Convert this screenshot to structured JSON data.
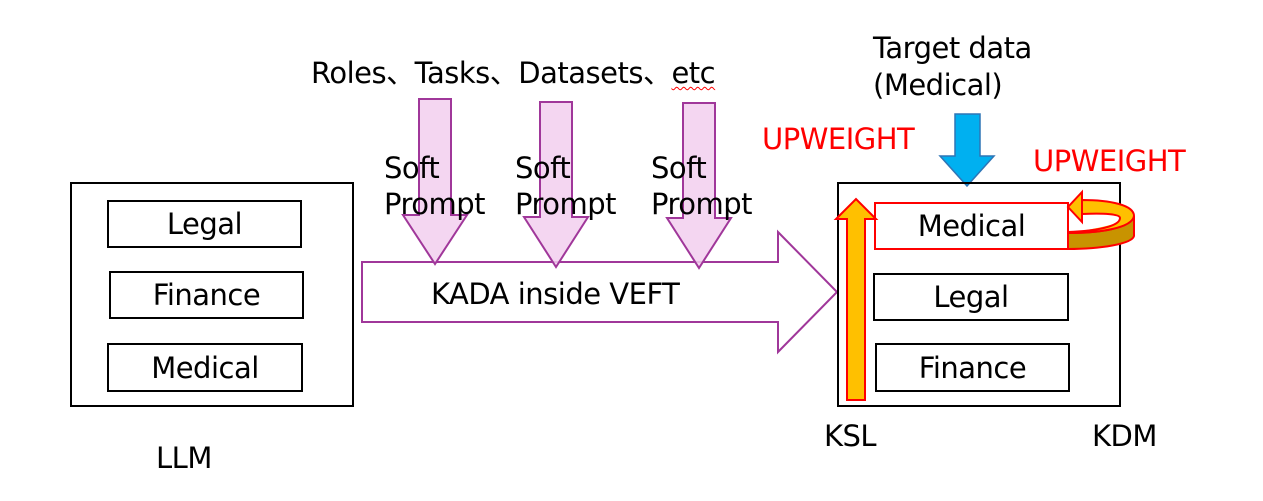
{
  "top_label": {
    "parts": [
      "Roles、Tasks、Datasets、",
      "etc"
    ]
  },
  "target_data": {
    "line1": "Target data",
    "line2": "(Medical)"
  },
  "upweight_labels": [
    "UPWEIGHT",
    "UPWEIGHT"
  ],
  "soft_prompts": [
    {
      "line1": "Soft",
      "line2": "Prompt"
    },
    {
      "line1": "Soft",
      "line2": "Prompt"
    },
    {
      "line1": "Soft",
      "line2": "Prompt"
    }
  ],
  "main_arrow_label": "KADA inside VEFT",
  "llm": {
    "label": "LLM",
    "domains": [
      "Legal",
      "Finance",
      "Medical"
    ]
  },
  "result_model": {
    "domains": [
      "Medical",
      "Legal",
      "Finance"
    ],
    "highlighted_domain": "Medical",
    "left_label": "KSL",
    "right_label": "KDM"
  },
  "colors": {
    "soft_prompt_fill": "#f2cfee",
    "soft_prompt_stroke": "#a0379a",
    "main_arrow_stroke": "#a0379a",
    "target_arrow_fill": "#00b0f0",
    "target_arrow_stroke": "#2e75b6",
    "upweight_arrow_fill": "#ffc000",
    "upweight_arrow_dark": "#c89300",
    "upweight_arrow_stroke": "#ff0000",
    "upweight_text": "#ff0000",
    "highlight_border": "#ff0000"
  }
}
